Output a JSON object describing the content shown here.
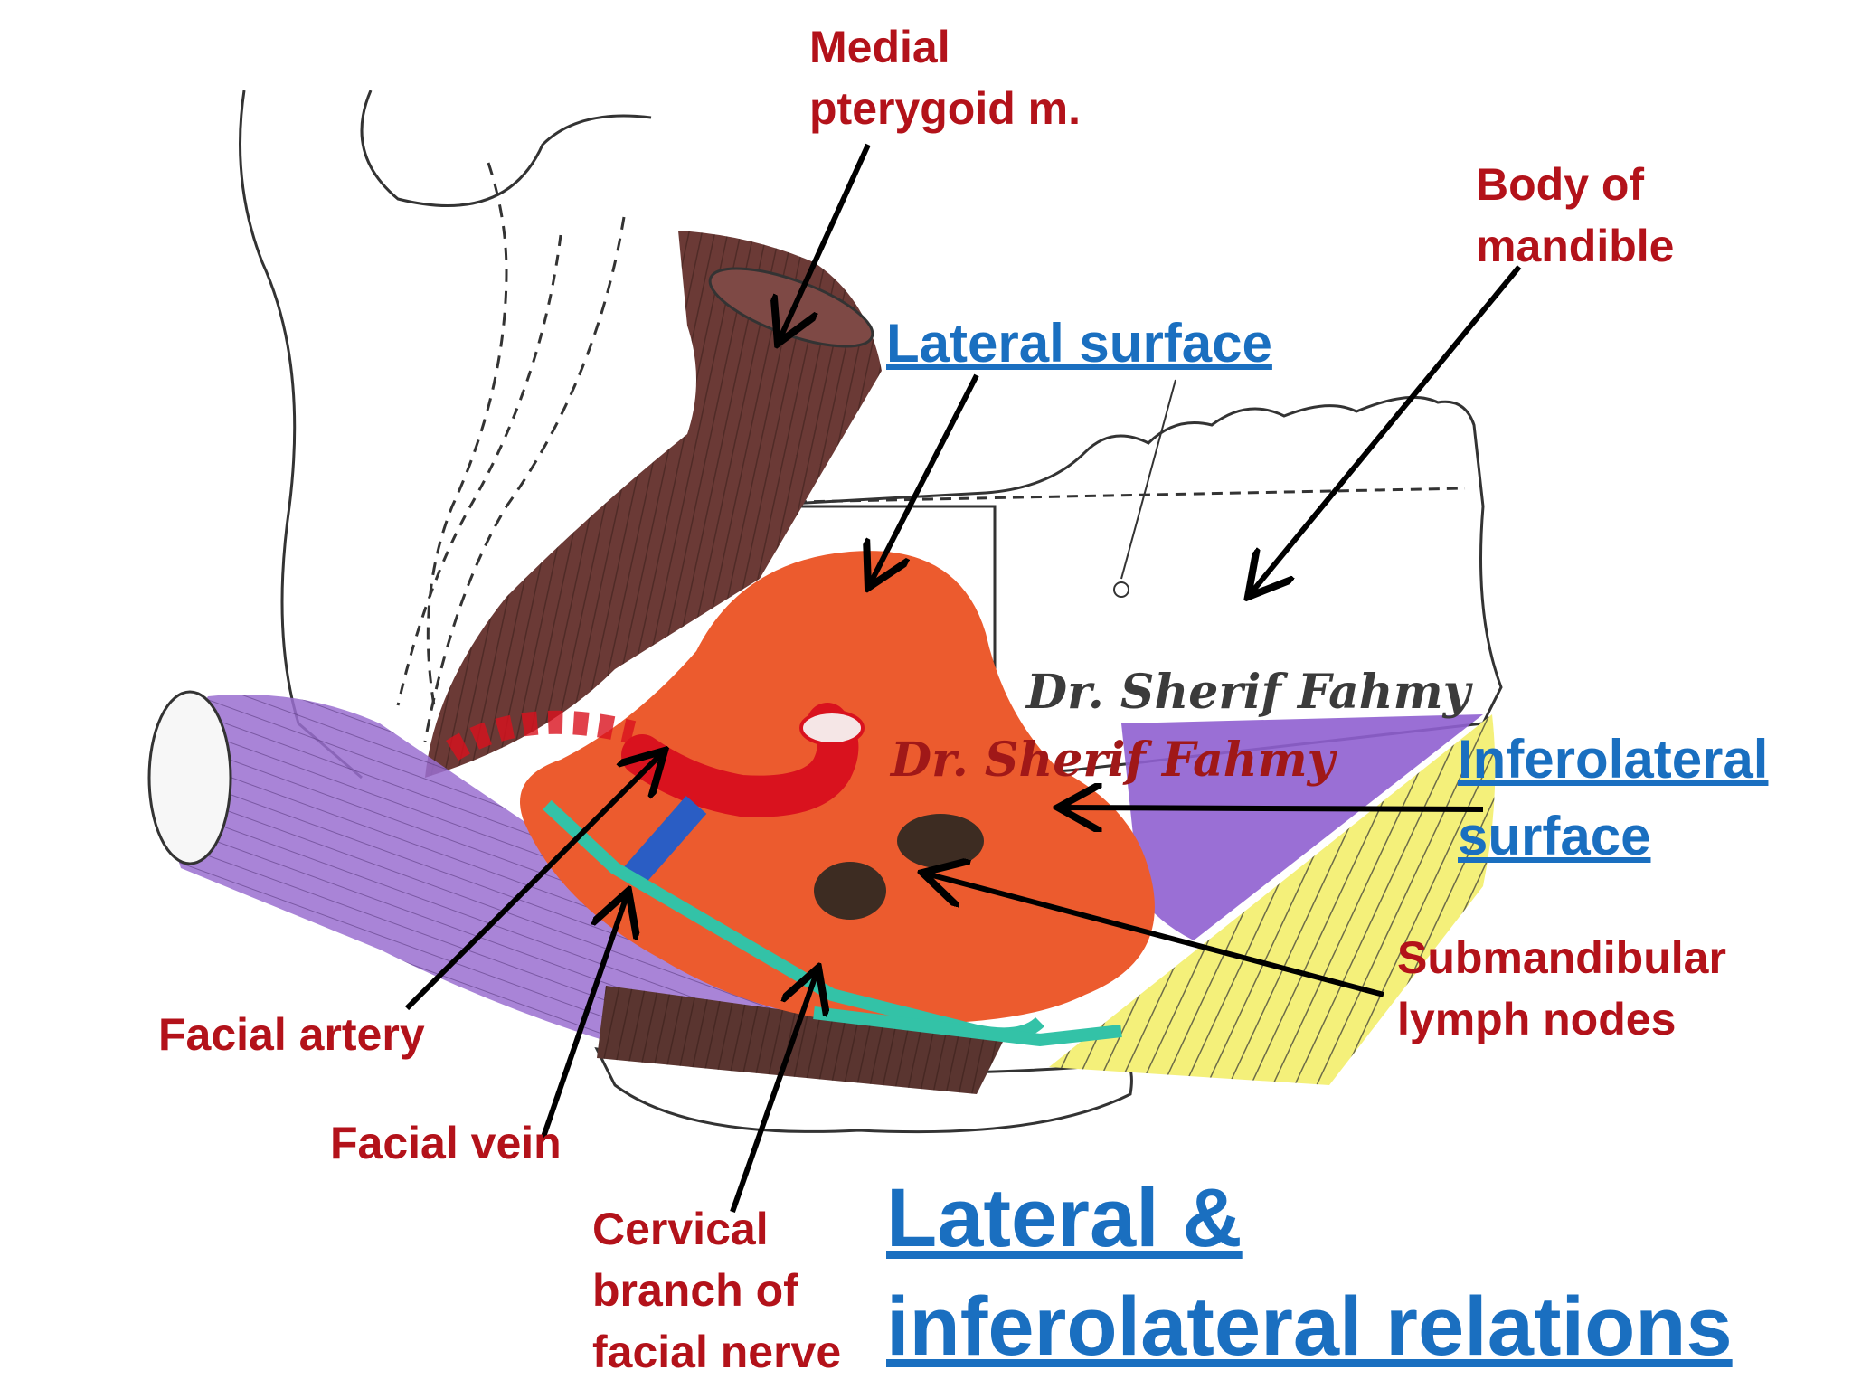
{
  "labels": {
    "medial_pterygoid_1": "Medial",
    "medial_pterygoid_2": "pterygoid m.",
    "body_mandible_1": "Body of",
    "body_mandible_2": "mandible",
    "facial_artery": "Facial artery",
    "facial_vein": "Facial vein",
    "cervical_1": "Cervical",
    "cervical_2": "branch of",
    "cervical_3": "facial nerve",
    "submandibular_1": "Submandibular",
    "submandibular_2": "lymph nodes"
  },
  "surfaces": {
    "lateral": "Lateral surface",
    "inferolateral_1": "Inferolateral",
    "inferolateral_2": "surface"
  },
  "title": {
    "line1": "Lateral &",
    "line2": "inferolateral relations"
  },
  "watermark": "Dr. Sherif Fahmy",
  "colors": {
    "label_red": "#b3121a",
    "heading_blue": "#1a6fc0",
    "gland_orange": "#ec5b2e",
    "muscle_brown": "#6b3a36",
    "muscle_purple": "#9a6fd0",
    "artery_red": "#d9121e",
    "vein_blue": "#2a5dc4",
    "nerve_teal": "#33c2a7",
    "tendon_yellow": "#f4f07a",
    "lymph_dark": "#3d2c22"
  }
}
